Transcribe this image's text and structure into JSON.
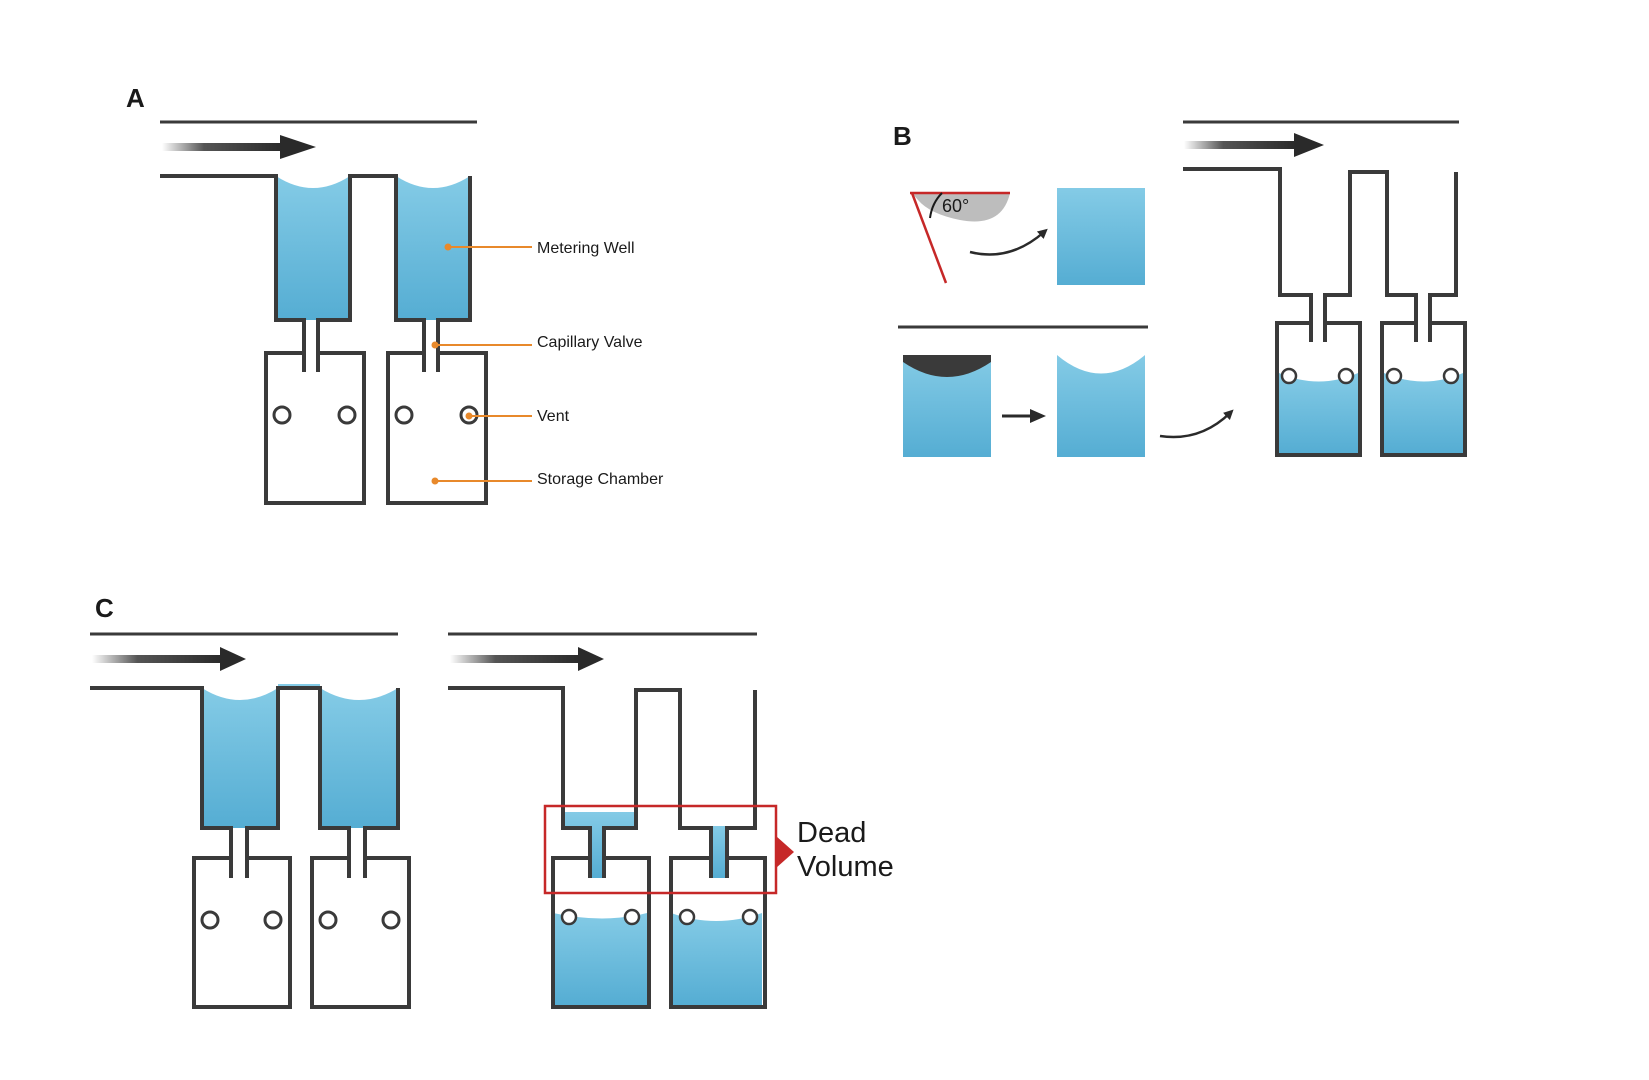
{
  "panels": {
    "a": {
      "letter": "A"
    },
    "b": {
      "letter": "B"
    },
    "c": {
      "letter": "C"
    }
  },
  "labels": {
    "metering_well": "Metering Well",
    "capillary_valve": "Capillary Valve",
    "vent": "Vent",
    "storage_chamber": "Storage Chamber",
    "contact_angle": "60°",
    "dead_volume_line1": "Dead",
    "dead_volume_line2": "Volume"
  },
  "colors": {
    "liquid_top": "#84cbe6",
    "liquid_bottom": "#55add3",
    "wall": "#3a3a3a",
    "callout": "#e8892b",
    "highlight_red": "#c62828",
    "meniscus_dark": "#3a3a3a",
    "angle_fill": "#bdbdbd"
  },
  "icons": [
    "flow-arrow-icon",
    "curved-arrow-icon",
    "vent-hole-icon"
  ]
}
